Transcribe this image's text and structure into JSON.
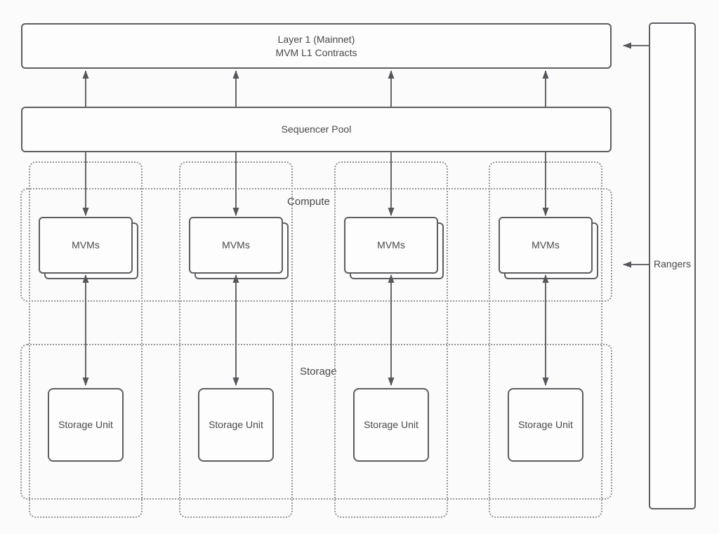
{
  "nodes": {
    "layer1": {
      "lines": [
        "Layer 1 (Mainnet)",
        "MVM L1 Contracts"
      ]
    },
    "sequencer_pool": {
      "label": "Sequencer Pool"
    },
    "compute_zone": {
      "label": "Compute"
    },
    "storage_zone": {
      "label": "Storage"
    },
    "rangers": {
      "label": "Rangers"
    },
    "columns": [
      {
        "mvm_label": "MVMs",
        "storage_label": "Storage Unit"
      },
      {
        "mvm_label": "MVMs",
        "storage_label": "Storage Unit"
      },
      {
        "mvm_label": "MVMs",
        "storage_label": "Storage Unit"
      },
      {
        "mvm_label": "MVMs",
        "storage_label": "Storage Unit"
      }
    ]
  },
  "colors": {
    "background": "#fbfbfb",
    "box_fill": "#fdfdfd",
    "box_border": "#5d5e61",
    "dotted_border": "#979797",
    "text": "#47484a",
    "arrow": "#54565a"
  }
}
